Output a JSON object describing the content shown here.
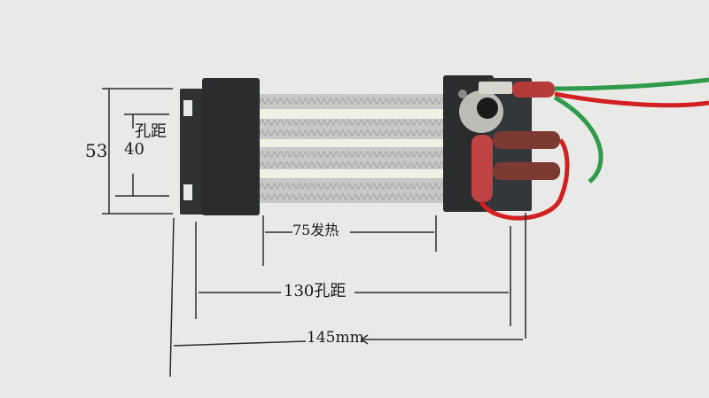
{
  "annotations": {
    "height_overall": "53",
    "hole_spacing_vertical": "40",
    "hole_spacing_vertical_text": "孔距",
    "heating_length": "75发热",
    "hole_spacing_horizontal": "130孔距",
    "overall_length": "145mm"
  },
  "colors": {
    "background": "#e9e9e7",
    "frame": "#2f3133",
    "tube": "#f0f0e4",
    "fin": "#a9aba9",
    "wire_green": "#2f9a4a",
    "wire_red": "#d21f1f",
    "connector": "#b53a3a"
  }
}
